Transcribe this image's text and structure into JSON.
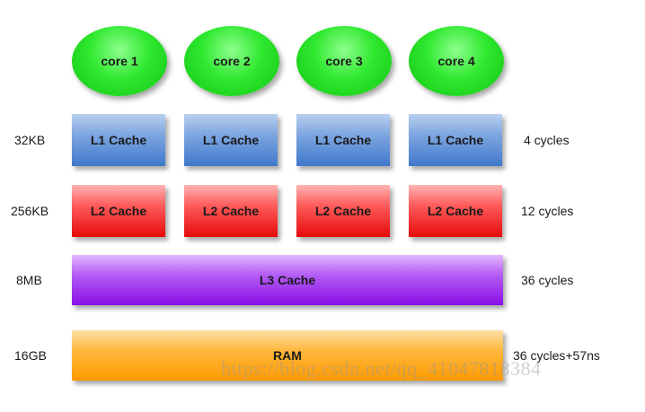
{
  "cores": [
    "core 1",
    "core 2",
    "core 3",
    "core 4"
  ],
  "l1": {
    "label": "L1 Cache",
    "size": "32KB",
    "latency": "4 cycles"
  },
  "l2": {
    "label": "L2 Cache",
    "size": "256KB",
    "latency": "12 cycles"
  },
  "l3": {
    "label": "L3 Cache",
    "size": "8MB",
    "latency": "36 cycles"
  },
  "ram": {
    "label": "RAM",
    "size": "16GB",
    "latency": "36 cycles+57ns"
  },
  "watermark": "https://blog.csdn.net/qq_41047818384",
  "colors": {
    "core": "#2fe82f",
    "l1": "#5b8fd6",
    "l2": "#ff2a2a",
    "l3": "#a13cf0",
    "ram": "#ffab1f"
  }
}
